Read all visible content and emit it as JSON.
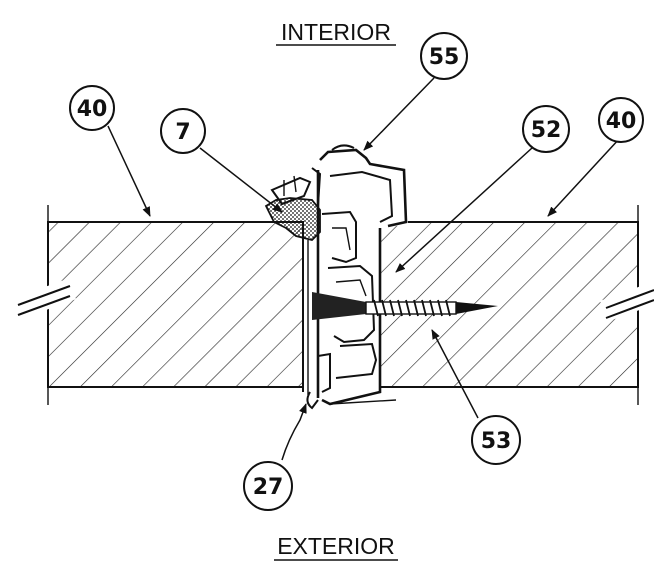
{
  "labels": {
    "top": "INTERIOR",
    "bottom": "EXTERIOR"
  },
  "callouts": [
    {
      "id": "c40-left",
      "text": "40"
    },
    {
      "id": "c7",
      "text": "7"
    },
    {
      "id": "c55",
      "text": "55"
    },
    {
      "id": "c52",
      "text": "52"
    },
    {
      "id": "c40-right",
      "text": "40"
    },
    {
      "id": "c53",
      "text": "53"
    },
    {
      "id": "c27",
      "text": "27"
    }
  ]
}
